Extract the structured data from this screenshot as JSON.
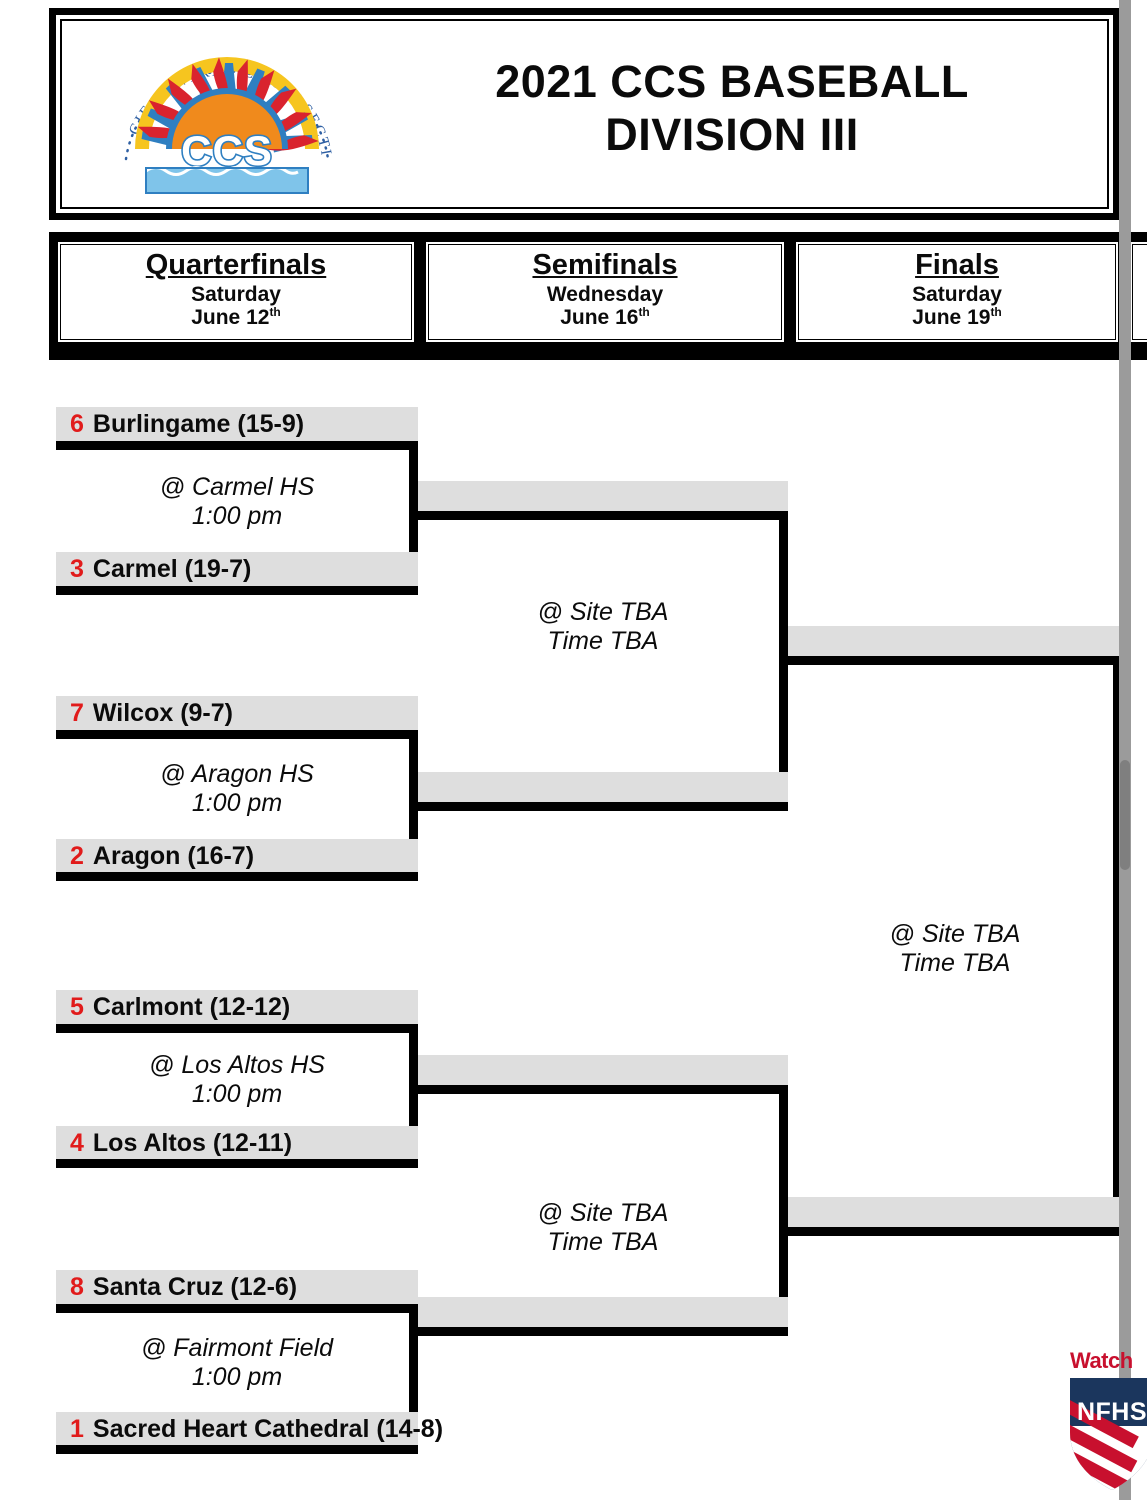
{
  "header": {
    "title_line1": "2021 CCS BASEBALL",
    "title_line2": "DIVISION III",
    "logo_name": "ccs-logo",
    "logo_text_arc": "CIF-CENTRAL COAST SECTION",
    "logo_text_center": "CCS"
  },
  "rounds": [
    {
      "name": "Quarterfinals",
      "day": "Saturday",
      "month": "June",
      "date": "12",
      "suffix": "th"
    },
    {
      "name": "Semifinals",
      "day": "Wednesday",
      "month": "June",
      "date": "16",
      "suffix": "th"
    },
    {
      "name": "Finals",
      "day": "Saturday",
      "month": "June",
      "date": "19",
      "suffix": "th"
    }
  ],
  "quarterfinals": [
    {
      "top": {
        "seed": "6",
        "team": "Burlingame (15-9)"
      },
      "bottom": {
        "seed": "3",
        "team": "Carmel (19-7)"
      },
      "site": "@ Carmel HS",
      "time": "1:00 pm"
    },
    {
      "top": {
        "seed": "7",
        "team": "Wilcox (9-7)"
      },
      "bottom": {
        "seed": "2",
        "team": "Aragon (16-7)"
      },
      "site": "@ Aragon HS",
      "time": "1:00 pm"
    },
    {
      "top": {
        "seed": "5",
        "team": "Carlmont (12-12)"
      },
      "bottom": {
        "seed": "4",
        "team": "Los Altos (12-11)"
      },
      "site": "@ Los Altos HS",
      "time": "1:00 pm"
    },
    {
      "top": {
        "seed": "8",
        "team": "Santa Cruz (12-6)"
      },
      "bottom": {
        "seed": "1",
        "team": "Sacred Heart Cathedral (14-8)"
      },
      "site": "@ Fairmont Field",
      "time": "1:00 pm"
    }
  ],
  "semifinals": [
    {
      "site": "@ Site TBA",
      "time": "Time TBA"
    },
    {
      "site": "@ Site TBA",
      "time": "Time TBA"
    }
  ],
  "finals": {
    "site": "@ Site TBA",
    "time": "Time TBA"
  },
  "watermark": {
    "watch_label": "Watch",
    "logo_label": "NFHS"
  },
  "colors": {
    "seed_red": "#e11b1b",
    "row_gray": "#dedede",
    "line_black": "#000000",
    "nfhs_red": "#c8102e",
    "nfhs_navy": "#1b365d",
    "scrollbar": "#9b9b9b"
  }
}
